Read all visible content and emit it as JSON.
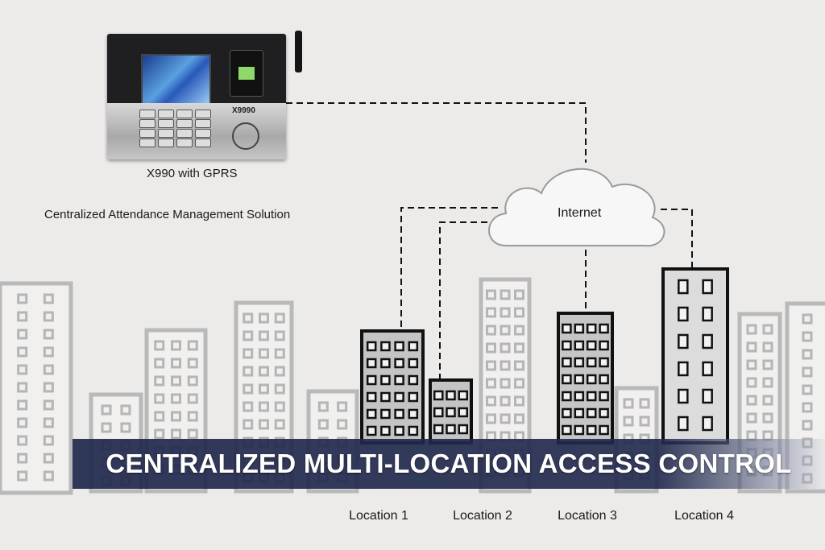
{
  "device": {
    "name": "X990 with GPRS",
    "model_text": "X9990"
  },
  "subtitle": "Centralized Attendance Management Solution",
  "cloud": {
    "label": "Internet"
  },
  "banner": {
    "title": "CENTRALIZED MULTI-LOCATION ACCESS CONTROL"
  },
  "locations": [
    "Location 1",
    "Location 2",
    "Location 3",
    "Location 4"
  ]
}
